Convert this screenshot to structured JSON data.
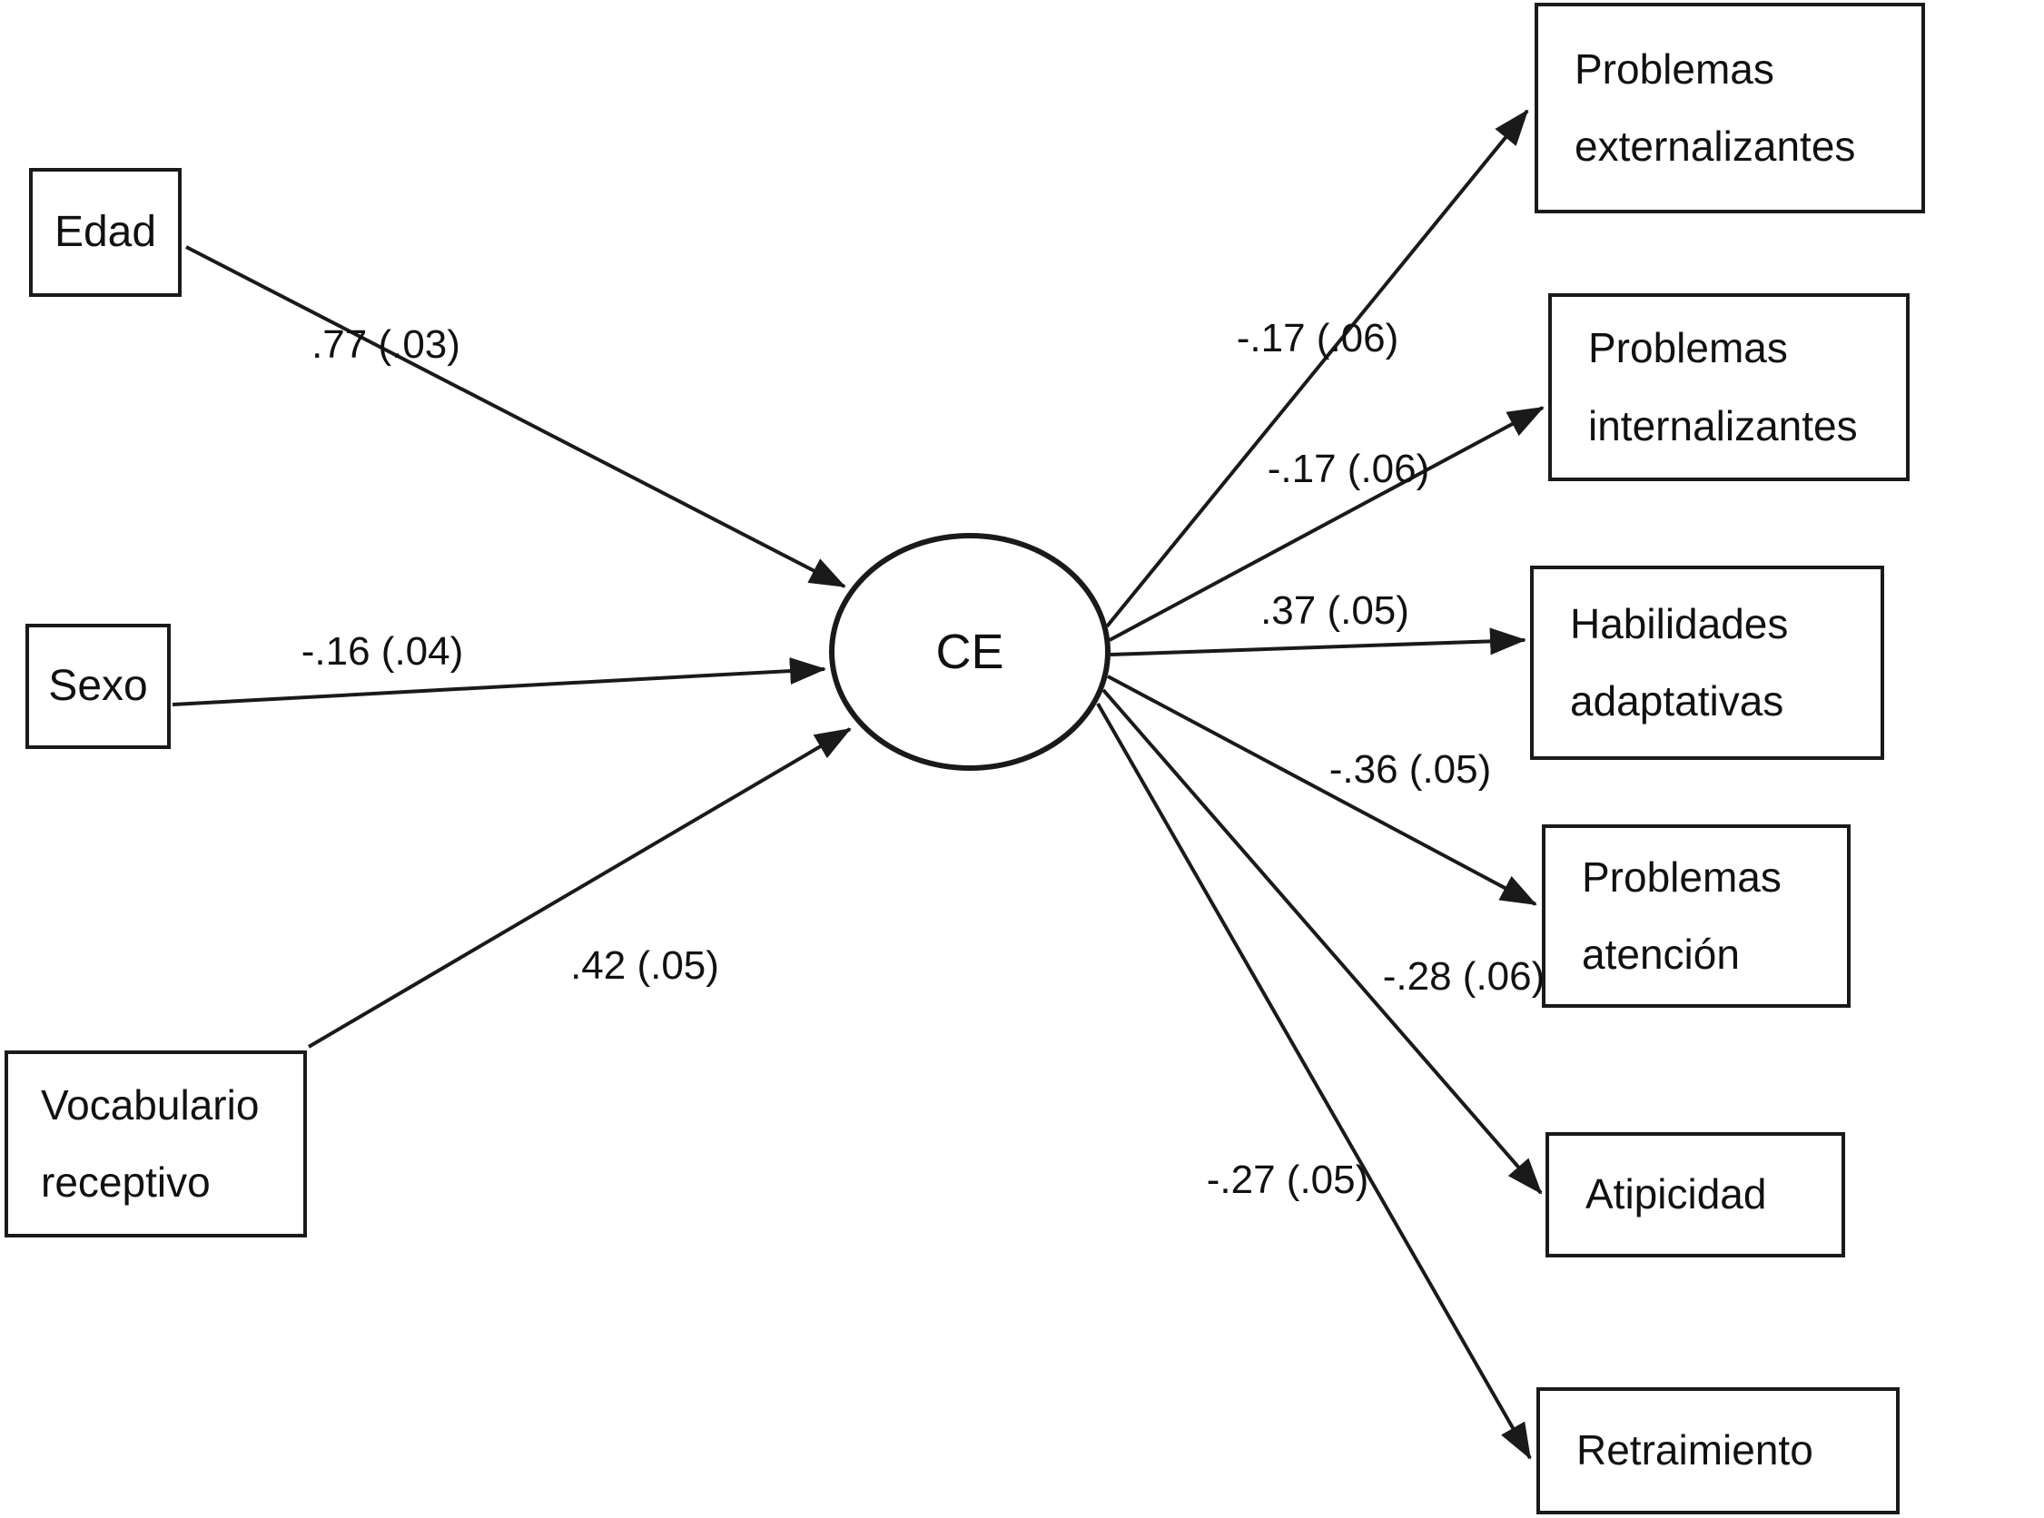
{
  "diagram": {
    "type": "sem-path-diagram",
    "background_color": "#ffffff",
    "line_color": "#1a1a1a",
    "latent": {
      "label": "CE"
    },
    "predictors": [
      {
        "label": "Edad",
        "coef": ".77 (.03)"
      },
      {
        "label": "Sexo",
        "coef": "-.16 (.04)"
      },
      {
        "label": "Vocabulario receptivo",
        "coef": ".42 (.05)"
      }
    ],
    "outcomes": [
      {
        "label": "Problemas externalizantes",
        "coef": "-.17 (.06)"
      },
      {
        "label": "Problemas internalizantes",
        "coef": "-.17 (.06)"
      },
      {
        "label": "Habilidades adaptativas",
        "coef": ".37 (.05)"
      },
      {
        "label": "Problemas atención",
        "coef": "-.36 (.05)"
      },
      {
        "label": "Atipicidad",
        "coef": "-.28 (.06)"
      },
      {
        "label": "Retraimiento",
        "coef": "-.27 (.05)"
      }
    ]
  }
}
